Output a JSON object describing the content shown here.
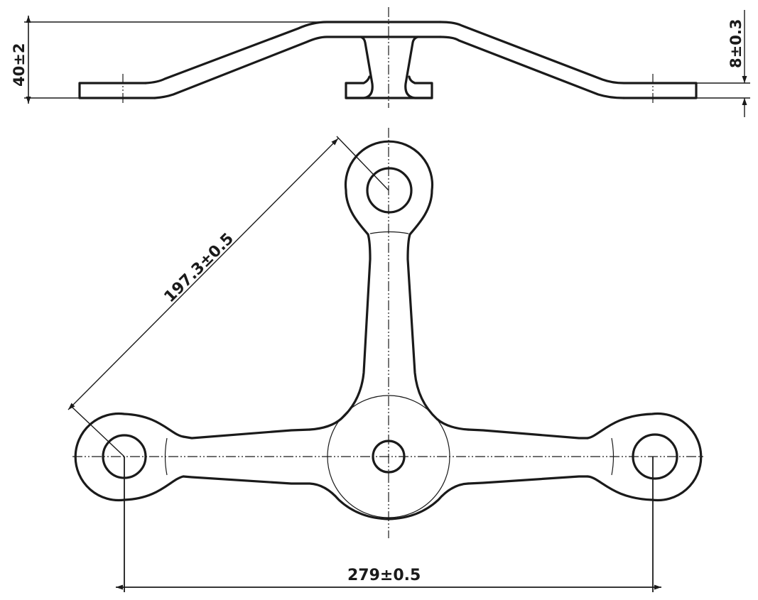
{
  "drawing": {
    "type": "technical drawing",
    "subject": "three-arm spider fitting (side elevation and plan view)",
    "line_color": "#1a1a1a",
    "background": "#ffffff"
  },
  "side_view": {
    "dimensions": {
      "overall_height": "40±2",
      "flange_thickness": "8±0.3"
    }
  },
  "plan_view": {
    "dimensions": {
      "diagonal_center_distance": "197.3±0.5",
      "horizontal_center_distance": "279±0.5"
    },
    "features": [
      "top-eye",
      "left-eye",
      "right-eye",
      "central-hub",
      "central-hole"
    ]
  }
}
